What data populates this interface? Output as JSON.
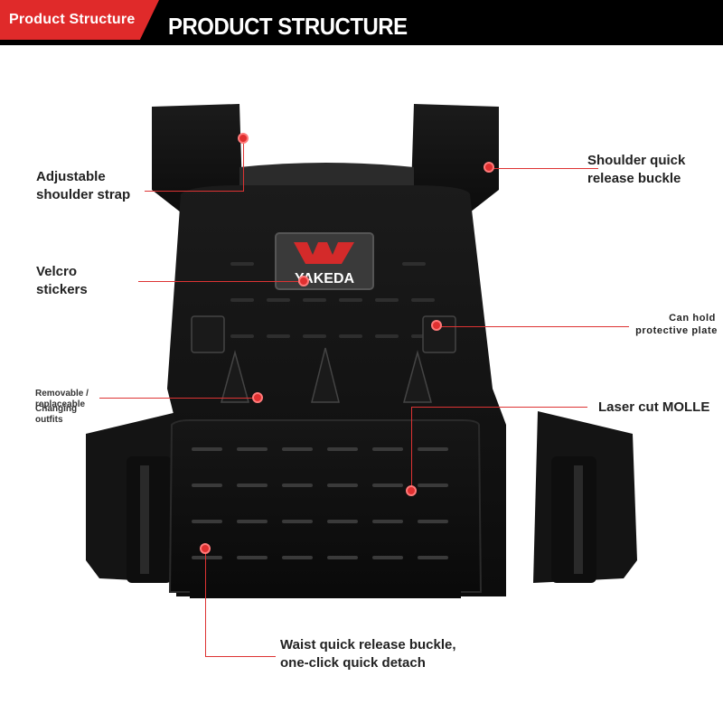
{
  "header": {
    "small_title": "Product Structure",
    "big_title": "PRODUCT STRUCTURE",
    "accent_color": "#e02a2a"
  },
  "vest": {
    "patch_text": "YAKEDA"
  },
  "callouts": {
    "adjustable_strap": [
      "Adjustable",
      "shoulder strap"
    ],
    "shoulder_buckle": [
      "Shoulder quick",
      "release buckle"
    ],
    "velcro": [
      "Velcro",
      "stickers"
    ],
    "protective_plate": [
      "Can hold",
      "protective plate"
    ],
    "removable": [
      "Removable /",
      "replaceable",
      "Changing",
      "outfits"
    ],
    "laser_molle": "Laser cut MOLLE",
    "waist_buckle": [
      "Waist quick release buckle,",
      "one-click quick detach"
    ]
  }
}
